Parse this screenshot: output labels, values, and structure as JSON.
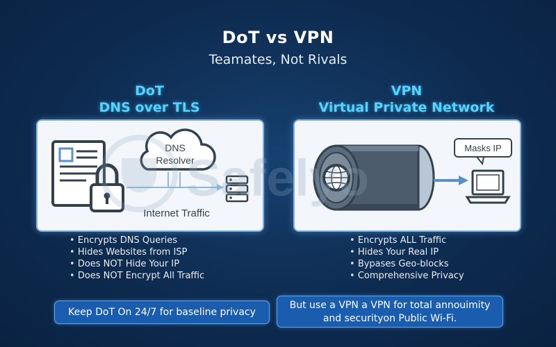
{
  "header": {
    "title": "DoT vs VPN",
    "subtitle": "Teamates, Not Rivals"
  },
  "dot": {
    "heading_line1": "DoT",
    "heading_line2": "DNS over TLS",
    "illustration": {
      "resolver_line1": "DNS",
      "resolver_line2": "Resolver",
      "caption": "Internet Traffic"
    },
    "bullets": [
      "Encrypts DNS Queries",
      "Hides Websites from ISP",
      "Does NOT Hide Your IP",
      "Does NOT Encrypt All Traffic"
    ],
    "callout": "Keep DoT On 24/7 for baseline privacy"
  },
  "vpn": {
    "heading_line1": "VPN",
    "heading_line2": "Virtual Private Network",
    "illustration": {
      "bubble": "Masks IP"
    },
    "bullets": [
      "Encrypts ALL Traffic",
      "Hides Your Real IP",
      "Bypases Geo-blocks",
      "Comprehensive Privacy"
    ],
    "callout_line1": "But use a VPN a VPN for total annouimity",
    "callout_line2": "and securityon Public Wi-Fi."
  },
  "watermark": {
    "text": "Safelyo"
  },
  "colors": {
    "background": "#0d2a4e",
    "accent_heading": "#56d2ff",
    "callout_fill": "#1a5cae",
    "icon_dark": "#33414f"
  }
}
